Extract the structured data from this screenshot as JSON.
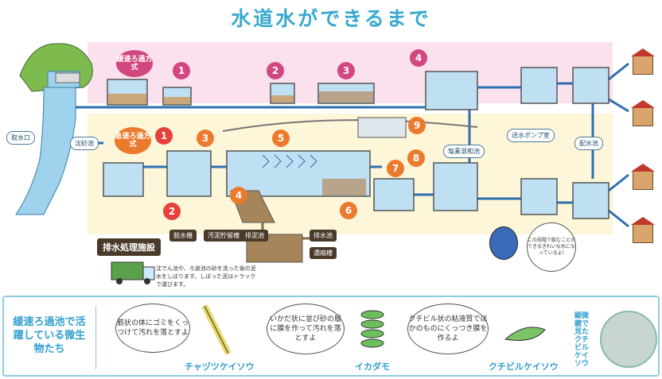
{
  "title": "水道水ができるまで",
  "labels": {
    "intake": "取水口",
    "settling": "沈砂池",
    "slow_filter": "緩速ろ過方式",
    "rapid_filter": "急速ろ過方式",
    "chlorine": "塩素混和池",
    "pump": "送水ポンプ室",
    "distribution": "配水池",
    "drainage_facility": "排水処理施設",
    "dewatering": "脱水機",
    "sludge_storage": "汚泥貯留槽",
    "drain_pool": "排泥池",
    "drain_water_pool": "排水池",
    "thickener": "濃縮槽",
    "drainage_note": "沈でん池や、ろ過池の砂を洗った後の泥水をしぼります。しぼった泥はトラックで運びます。",
    "speech": "この段階で飲むことができるきれいな水になっているよ!"
  },
  "numbers_pink": [
    "1",
    "2",
    "3",
    "4"
  ],
  "numbers_yellow": [
    "1",
    "2",
    "3",
    "4",
    "5",
    "6",
    "7",
    "8",
    "9"
  ],
  "bottom": {
    "title": "緩速ろ過池で活躍している微生物たち",
    "organisms": [
      {
        "desc": "筋状の体にゴミをくっつけて汚れを落とすよ",
        "name": "チャヅツケイソウ"
      },
      {
        "desc": "いかだ状に並び砂の層に膜を作って汚れを落とすよ",
        "name": "イカダモ"
      },
      {
        "desc": "クチビル状の粘液質でほかのものにくっつき膜を作るよ",
        "name": "クチビルケイソウ"
      }
    ],
    "microscope": "顕微鏡で見たクチビルケイソウ"
  },
  "colors": {
    "accent": "#39a9cf",
    "red": "#e8413a",
    "orange": "#ec7a2c",
    "pink": "#d2477f",
    "water": "#bfe0f2",
    "pipe": "#2f6fb0"
  }
}
